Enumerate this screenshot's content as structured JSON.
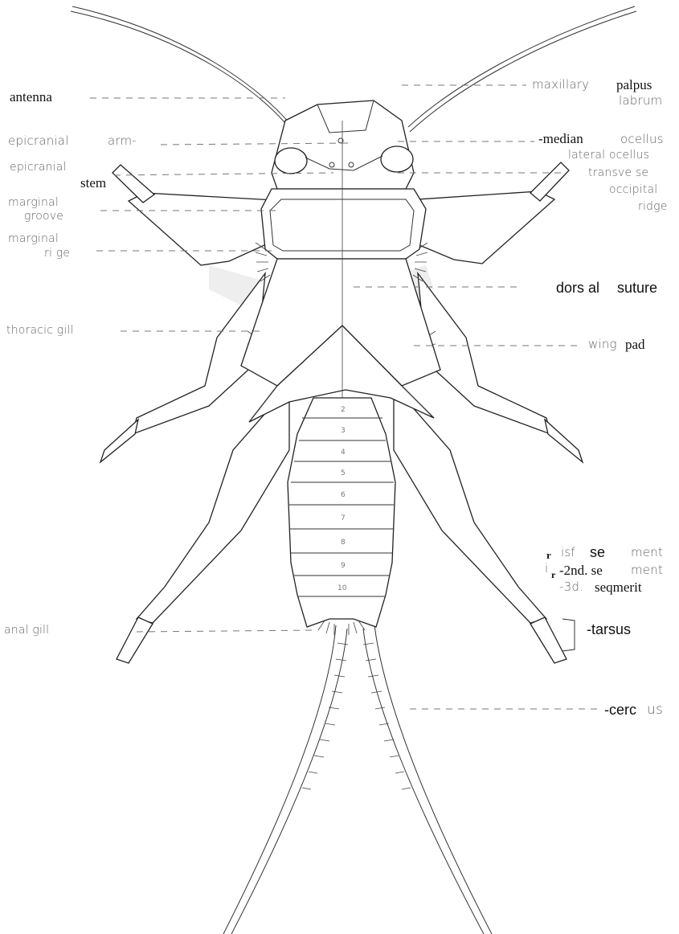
{
  "labels": {
    "antenna": "antenna",
    "maxillary_palpus_a": "maxillary",
    "maxillary_palpus_b": "palpus",
    "labrum": "labrum",
    "epicranial_arm_a": "epicranial",
    "epicranial_arm_b": "arm-",
    "median_ocellus_a": "-median",
    "median_ocellus_b": "ocellus",
    "epicranial_stem_a": "epicranial",
    "epicranial_stem_b": "stem",
    "lateral_ocellus": "lateral ocellus",
    "transverse": "transve se",
    "occipital": "occipital",
    "ridge": "ridge",
    "marginal_groove_a": "marginal",
    "marginal_groove_b": "groove",
    "marginal_ridge_a": "marginal",
    "marginal_ridge_b": "ri ge",
    "dorsal_suture_a": "dors al",
    "dorsal_suture_b": "suture",
    "thoracic_gill": "thoracic gill",
    "wing_pad_a": "wing",
    "wing_pad_b": "pad",
    "seg1_a": "r",
    "seg1_b": "isf",
    "seg1_c": "se",
    "seg1_d": "ment",
    "seg2_a": "i",
    "seg2_b": "r",
    "seg2_c": "-2nd. se",
    "seg2_d": "ment",
    "seg3_a": "-3d.",
    "seg3_b": "seqmerit",
    "anal_gill": "anal gill",
    "tarsus": "-tarsus",
    "cercus_a": "-cerc",
    "cercus_b": "us"
  },
  "segment_numbers": [
    "2",
    "3",
    "4",
    "5",
    "6",
    "7",
    "8",
    "9",
    "10"
  ]
}
